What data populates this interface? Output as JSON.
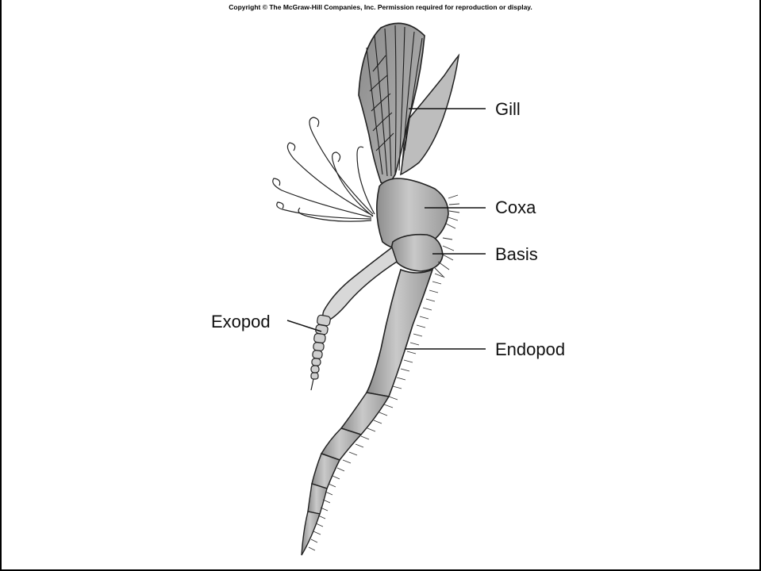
{
  "copyright": "Copyright © The McGraw-Hill Companies, Inc. Permission required for reproduction or display.",
  "labels": {
    "gill": "Gill",
    "coxa": "Coxa",
    "basis": "Basis",
    "exopod": "Exopod",
    "endopod": "Endopod"
  },
  "colors": {
    "frame": "#000000",
    "limb_fill": "#b4b4b4",
    "limb_light": "#d2d2d2",
    "outline": "#2a2a2a"
  }
}
